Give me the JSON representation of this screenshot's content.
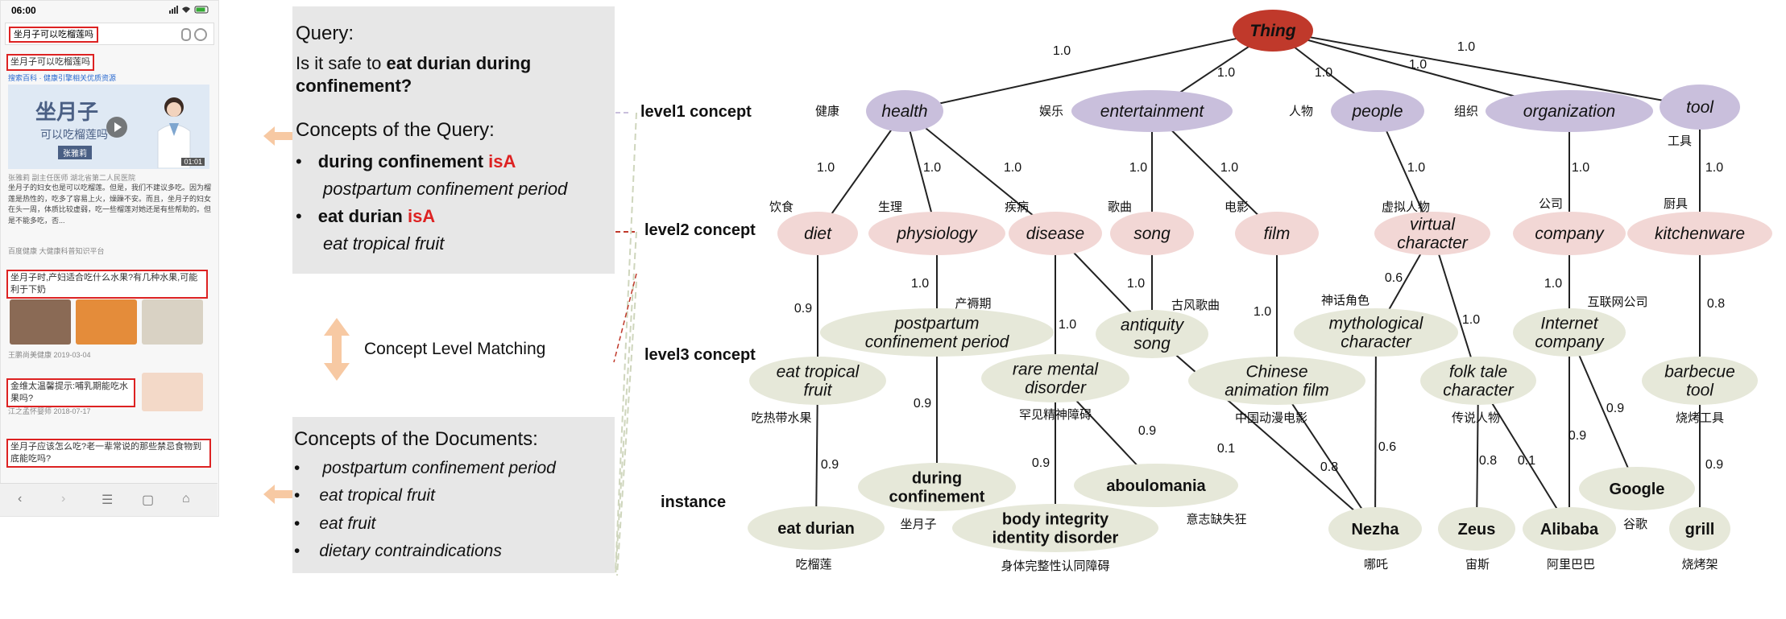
{
  "phone": {
    "time": "06:00",
    "search_query": "坐月子可以吃榴莲吗",
    "result1_title": "坐月子可以吃榴莲吗",
    "result1_tag": "搜索百科 · 健康引擎相关优质资源",
    "thumb_title": "坐月子",
    "thumb_sub": "可以吃榴莲吗",
    "thumb_badge": "张雅莉",
    "thumb_time": "01:01",
    "author_line": "张雅莉 副主任医师 湖北省第二人民医院",
    "body_text": "坐月子的妇女也是可以吃榴莲。但是，我们不建议多吃。因为榴莲是热性的，吃多了容易上火，燥躁不安。而且，坐月子的妇女在头一周，体质比较虚弱，吃一些榴莲对她还是有些帮助的。但是不能多吃，否...",
    "source_line": "百度健康 大健康科普知识平台",
    "result2_title": "坐月子时,产妇适合吃什么水果?有几种水果,可能利于下奶",
    "result2_meta": "王鹏尚美健康   2019-03-04",
    "result3_title": "金维太温馨提示:哺乳期能吃水果吗?",
    "result3_meta": "江之孟怀婴师   2018-07-17",
    "result4_title": "坐月子应该怎么吃?老一辈常说的那些禁忌食物到底能吃吗?",
    "nav_icons": [
      "back-icon",
      "forward-icon",
      "menu-icon",
      "tabs-icon",
      "home-icon"
    ]
  },
  "query_panel": {
    "heading": "Query:",
    "question_prefix": "Is it safe to ",
    "question_bold": "eat durian during",
    "question_line2": "confinement?",
    "concepts_heading": "Concepts of the Query:",
    "bullets": [
      {
        "term": "during confinement ",
        "rel": "isA",
        "concept": "postpartum confinement period"
      },
      {
        "term": "eat durian ",
        "rel": "isA",
        "concept": "eat tropical fruit"
      }
    ]
  },
  "matching_label": "Concept Level Matching",
  "docs_panel": {
    "heading": "Concepts of the Documents:",
    "items": [
      "postpartum confinement period",
      "eat tropical fruit",
      "eat fruit",
      "dietary contraindications"
    ]
  },
  "level_labels": {
    "level1": "level1 concept",
    "level2": "level2 concept",
    "level3": "level3 concept",
    "instance": "instance"
  },
  "colors": {
    "root": "#c0392b",
    "level1": "#c9bfdc",
    "level2": "#f2d7d5",
    "level3": "#e6e8d9",
    "orange": "#e8833a"
  },
  "nodes": [
    {
      "id": "thing",
      "label": "Thing",
      "level": "root"
    },
    {
      "id": "health",
      "label": "health",
      "level": "l1",
      "zh": "健康"
    },
    {
      "id": "entertainment",
      "label": "entertainment",
      "level": "l1",
      "zh": "娱乐"
    },
    {
      "id": "people",
      "label": "people",
      "level": "l1",
      "zh": "人物"
    },
    {
      "id": "organization",
      "label": "organization",
      "level": "l1",
      "zh": "组织"
    },
    {
      "id": "tool",
      "label": "tool",
      "level": "l1",
      "zh": "工具"
    },
    {
      "id": "diet",
      "label": "diet",
      "level": "l2",
      "zh": "饮食"
    },
    {
      "id": "physiology",
      "label": "physiology",
      "level": "l2",
      "zh": "生理"
    },
    {
      "id": "disease",
      "label": "disease",
      "level": "l2",
      "zh": "疾病"
    },
    {
      "id": "song",
      "label": "song",
      "level": "l2",
      "zh": "歌曲"
    },
    {
      "id": "film",
      "label": "film",
      "level": "l2",
      "zh": "电影"
    },
    {
      "id": "virtual",
      "label": "virtual character",
      "level": "l2",
      "zh": "虚拟人物"
    },
    {
      "id": "company",
      "label": "company",
      "level": "l2",
      "zh": "公司"
    },
    {
      "id": "kitchenware",
      "label": "kitchenware",
      "level": "l2",
      "zh": "厨具"
    },
    {
      "id": "postpartum",
      "label": "postpartum confinement period",
      "level": "l3",
      "zh": "产褥期"
    },
    {
      "id": "antiquity",
      "label": "antiquity song",
      "level": "l3",
      "zh": "古风歌曲"
    },
    {
      "id": "mythological",
      "label": "mythological character",
      "level": "l3",
      "zh": "神话角色"
    },
    {
      "id": "internet",
      "label": "Internet company",
      "level": "l3",
      "zh": "互联网公司"
    },
    {
      "id": "tropical",
      "label": "eat tropical fruit",
      "level": "l3",
      "zh": "吃热带水果"
    },
    {
      "id": "rare",
      "label": "rare mental disorder",
      "level": "l3",
      "zh": "罕见精神障碍"
    },
    {
      "id": "chinese",
      "label": "Chinese animation film",
      "level": "l3",
      "zh": "中国动漫电影"
    },
    {
      "id": "folk",
      "label": "folk tale character",
      "level": "l3",
      "zh": "传说人物"
    },
    {
      "id": "barbecue",
      "label": "barbecue tool",
      "level": "l3",
      "zh": "烧烤工具"
    },
    {
      "id": "durian",
      "label": "eat durian",
      "level": "inst",
      "zh": "吃榴莲"
    },
    {
      "id": "during",
      "label": "during confinement",
      "level": "inst",
      "zh": "坐月子"
    },
    {
      "id": "body",
      "label": "body integrity identity disorder",
      "level": "inst",
      "zh": "身体完整性认同障碍"
    },
    {
      "id": "aboulomania",
      "label": "aboulomania",
      "level": "inst",
      "zh": "意志缺失狂"
    },
    {
      "id": "nezha",
      "label": "Nezha",
      "level": "inst",
      "zh": "哪吒"
    },
    {
      "id": "zeus",
      "label": "Zeus",
      "level": "inst",
      "zh": "宙斯"
    },
    {
      "id": "alibaba",
      "label": "Alibaba",
      "level": "inst",
      "zh": "阿里巴巴"
    },
    {
      "id": "google",
      "label": "Google",
      "level": "inst",
      "zh": "谷歌"
    },
    {
      "id": "grill",
      "label": "grill",
      "level": "inst",
      "zh": "烧烤架"
    }
  ],
  "edges": [
    {
      "from": "thing",
      "to": "health",
      "w": "1.0"
    },
    {
      "from": "thing",
      "to": "entertainment",
      "w": "1.0"
    },
    {
      "from": "thing",
      "to": "people",
      "w": "1.0"
    },
    {
      "from": "thing",
      "to": "organization",
      "w": "1.0"
    },
    {
      "from": "thing",
      "to": "tool",
      "w": "1.0"
    },
    {
      "from": "health",
      "to": "diet",
      "w": "1.0"
    },
    {
      "from": "health",
      "to": "physiology",
      "w": "1.0"
    },
    {
      "from": "health",
      "to": "disease",
      "w": "1.0"
    },
    {
      "from": "entertainment",
      "to": "song",
      "w": "1.0"
    },
    {
      "from": "entertainment",
      "to": "film",
      "w": "1.0"
    },
    {
      "from": "people",
      "to": "virtual",
      "w": "1.0"
    },
    {
      "from": "organization",
      "to": "company",
      "w": "1.0"
    },
    {
      "from": "tool",
      "to": "kitchenware",
      "w": "1.0"
    },
    {
      "from": "diet",
      "to": "tropical",
      "w": "0.9"
    },
    {
      "from": "physiology",
      "to": "postpartum",
      "w": "1.0"
    },
    {
      "from": "disease",
      "to": "rare",
      "w": "1.0"
    },
    {
      "from": "disease",
      "to": "antiquity",
      "w": ""
    },
    {
      "from": "song",
      "to": "antiquity",
      "w": "1.0"
    },
    {
      "from": "film",
      "to": "chinese",
      "w": "1.0"
    },
    {
      "from": "virtual",
      "to": "mythological",
      "w": "0.6"
    },
    {
      "from": "virtual",
      "to": "folk",
      "w": "1.0"
    },
    {
      "from": "company",
      "to": "internet",
      "w": "1.0"
    },
    {
      "from": "kitchenware",
      "to": "barbecue",
      "w": "0.8"
    },
    {
      "from": "tropical",
      "to": "durian",
      "w": "0.9"
    },
    {
      "from": "postpartum",
      "to": "during",
      "w": "0.9"
    },
    {
      "from": "rare",
      "to": "body",
      "w": "0.9"
    },
    {
      "from": "rare",
      "to": "aboulomania",
      "w": "0.9"
    },
    {
      "from": "antiquity",
      "to": "nezha",
      "w": "0.1"
    },
    {
      "from": "chinese",
      "to": "nezha",
      "w": "0.8"
    },
    {
      "from": "mythological",
      "to": "nezha",
      "w": "0.6"
    },
    {
      "from": "folk",
      "to": "zeus",
      "w": "0.8"
    },
    {
      "from": "folk",
      "to": "alibaba",
      "w": "0.1"
    },
    {
      "from": "internet",
      "to": "alibaba",
      "w": "0.9"
    },
    {
      "from": "internet",
      "to": "google",
      "w": "0.9"
    },
    {
      "from": "barbecue",
      "to": "grill",
      "w": "0.9"
    }
  ]
}
